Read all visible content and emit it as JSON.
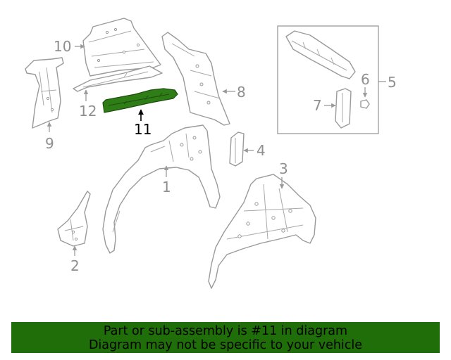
{
  "diagram": {
    "callouts": [
      "1",
      "2",
      "3",
      "4",
      "5",
      "6",
      "7",
      "8",
      "9",
      "10",
      "11",
      "12"
    ],
    "highlight_color": "#2e7d16",
    "line_color": "#9a9a9a"
  },
  "banner": {
    "line1": "Part or sub-assembly is #11 in diagram",
    "line2": "Diagram may not be specific to your vehicle",
    "background": "#1f6e0a"
  }
}
